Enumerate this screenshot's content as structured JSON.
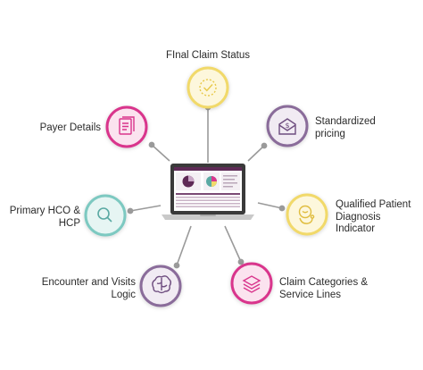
{
  "nodes": [
    {
      "id": "final-claim-status",
      "label": "FInal Claim Status",
      "icon": "check-badge-icon",
      "color": "#f1d96b",
      "fill": "#fdf7dc"
    },
    {
      "id": "standardized-pricing",
      "label": "Standardized pricing",
      "line1": "Standardized",
      "line2": "pricing",
      "icon": "money-envelope-icon",
      "color": "#8a6c9a",
      "fill": "#f1ebf3"
    },
    {
      "id": "qualified-patient",
      "label": "Qualified Patient Diagnosis Indicator",
      "line1": "Qualified Patient",
      "line2": "Diagnosis",
      "line3": "Indicator",
      "icon": "patient-stethoscope-icon",
      "color": "#f1d96b",
      "fill": "#fdf7dc"
    },
    {
      "id": "claim-categories",
      "label": "Claim Categories & Service Lines",
      "line1": "Claim Categories &",
      "line2": "Service Lines",
      "icon": "layers-icon",
      "color": "#d9358c",
      "fill": "#fbe3ef"
    },
    {
      "id": "encounter-visits",
      "label": "Encounter and Visits Logic",
      "line1": "Encounter and Visits",
      "line2": "Logic",
      "icon": "brain-icon",
      "color": "#8a6c9a",
      "fill": "#f1ebf3"
    },
    {
      "id": "primary-hco",
      "label": "Primary HCO & HCP",
      "line1": "Primary HCO &",
      "line2": "HCP",
      "icon": "search-icon",
      "color": "#7dc9c1",
      "fill": "#e6f5f3"
    },
    {
      "id": "payer-details",
      "label": "Payer Details",
      "icon": "document-icon",
      "color": "#d9358c",
      "fill": "#fbe3ef"
    }
  ],
  "colors": {
    "connector": "#9a9a9a",
    "laptop_body": "#3a3a3a",
    "laptop_base": "#c9c9c9",
    "screen_header": "#5e2a56"
  }
}
